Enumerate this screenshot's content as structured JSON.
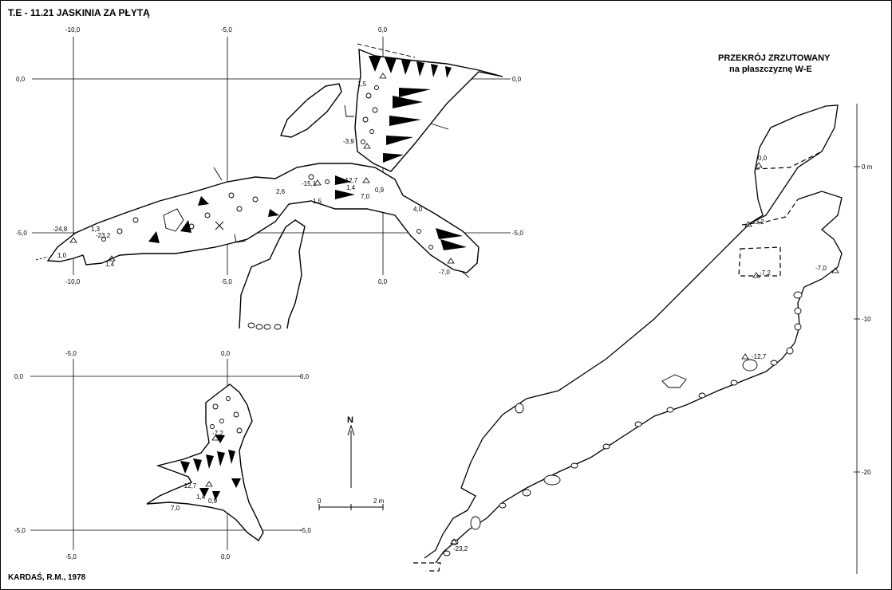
{
  "title": "T.E - 11.21  JASKINIA ZA PŁYTĄ",
  "author": "KARDAŚ, R.M., 1978",
  "section": {
    "line1": "PRZEKRÓJ ZRZUTOWANY",
    "line2": "na płaszczyznę W-E"
  },
  "north": "N",
  "scale": {
    "start": "0",
    "end": "2 m"
  },
  "plan_main": {
    "x_top": [
      "-10,0",
      "-5,0",
      "0,0"
    ],
    "x_bottom": [
      "-10,0",
      "-5,0",
      "0,0"
    ],
    "y_left": [
      "0,0",
      "-5,0"
    ],
    "y_right": [
      "0,0",
      "-5,0"
    ],
    "depths": [
      "1,5",
      "-3,9",
      "-24,8",
      "1,3",
      "-23,2",
      "1,0",
      "1,4",
      "2,6",
      "-15,1",
      "-12,7",
      "1,4",
      "0,9",
      "7,0",
      "1,5",
      "4,0",
      "-7,0"
    ]
  },
  "plan_detail": {
    "x_top": [
      "-5,0",
      "0,0"
    ],
    "x_bottom": [
      "-5,0",
      "0,0"
    ],
    "y_left": [
      "0,0",
      "-5,0"
    ],
    "y_right": [
      "0,0",
      "-5,0"
    ],
    "depths": [
      "-7,2",
      "-12,7",
      "1,4",
      "0,9",
      "7,0"
    ]
  },
  "profile": {
    "depths": [
      "0,0",
      "-3,2",
      "-7,2",
      "-7,0",
      "-12,7",
      "-23,2"
    ],
    "axis_ticks": [
      "0 m",
      "-10",
      "-20"
    ]
  }
}
